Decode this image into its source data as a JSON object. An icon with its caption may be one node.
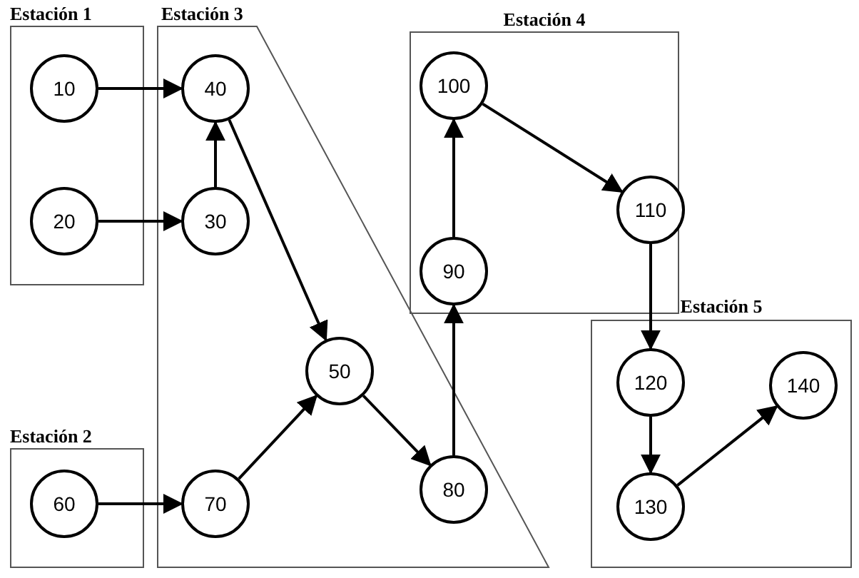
{
  "diagram": {
    "nodes": [
      {
        "text": [
          "Estación 1"
        ]
      },
      {
        "text": [
          "10"
        ],
        "in": 0
      },
      {
        "text": [
          "20"
        ],
        "in": 0
      },
      {
        "text": [
          "Estación 3"
        ]
      },
      {
        "text": [
          "40"
        ],
        "in": 3
      },
      {
        "text": [
          "30"
        ],
        "in": 3
      },
      {
        "text": [
          "50"
        ],
        "in": 3
      },
      {
        "text": [
          "70"
        ],
        "in": 3
      },
      {
        "text": [
          "80"
        ],
        "in": 3
      },
      {
        "text": [
          "Estación 4"
        ]
      },
      {
        "text": [
          "100"
        ],
        "in": 9
      },
      {
        "text": [
          "90"
        ],
        "in": 9
      },
      {
        "text": [
          "110"
        ],
        "in": 9
      },
      {
        "text": [
          "Estación 2"
        ]
      },
      {
        "text": [
          "60"
        ],
        "in": 13
      },
      {
        "text": [
          "Estación 5"
        ]
      },
      {
        "text": [
          "120"
        ],
        "in": 15
      },
      {
        "text": [
          "130"
        ],
        "in": 15
      },
      {
        "text": [
          "140"
        ],
        "in": 15
      }
    ],
    "edges": [
      {
        "from": 1,
        "to": 4,
        "arrow": "to"
      },
      {
        "from": 2,
        "to": 5,
        "arrow": "to"
      },
      {
        "from": 5,
        "to": 4,
        "arrow": "to"
      },
      {
        "from": 4,
        "to": 6,
        "arrow": "to"
      },
      {
        "from": 14,
        "to": 7,
        "arrow": "to"
      },
      {
        "from": 7,
        "to": 6,
        "arrow": "to"
      },
      {
        "from": 6,
        "to": 8,
        "arrow": "to"
      },
      {
        "from": 8,
        "to": 11,
        "arrow": "to"
      },
      {
        "from": 11,
        "to": 10,
        "arrow": "to"
      },
      {
        "from": 10,
        "to": 12,
        "arrow": "to"
      },
      {
        "from": 12,
        "to": 16,
        "arrow": "to"
      },
      {
        "from": 16,
        "to": 17,
        "arrow": "to"
      },
      {
        "from": 17,
        "to": 18,
        "arrow": "to"
      }
    ]
  }
}
